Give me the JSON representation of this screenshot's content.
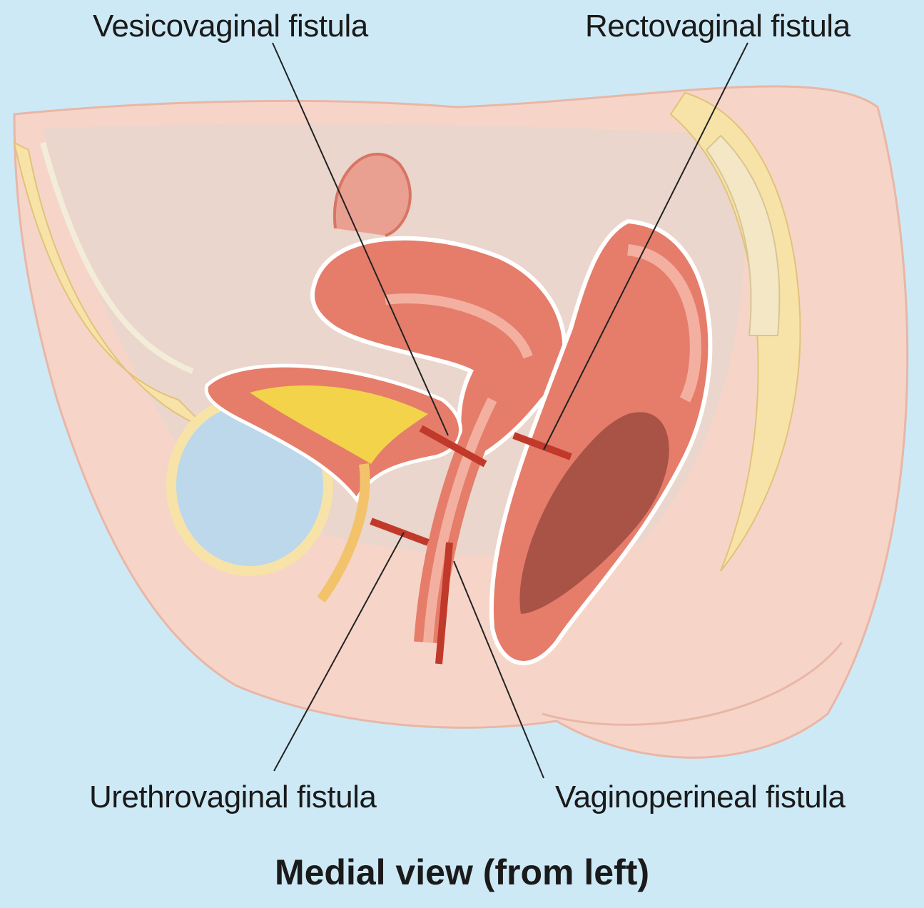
{
  "labels": {
    "vesicovaginal": "Vesicovaginal fistula",
    "rectovaginal": "Rectovaginal fistula",
    "urethrovaginal": "Urethrovaginal fistula",
    "vaginoperineal": "Vaginoperineal fistula"
  },
  "caption": "Medial view (from left)",
  "colors": {
    "background": "#cde9f6",
    "skin": "#f6d5c8",
    "fat": "#f7e3a8",
    "pelvic_cavity": "#ead6cc",
    "organ_wall": "#e57d6a",
    "organ_inner": "#f3b0a0",
    "bladder_lumen": "#f2d34a",
    "rectum_content": "#a85346",
    "fistula_tract": "#c0392b",
    "leader_line": "#222222"
  }
}
